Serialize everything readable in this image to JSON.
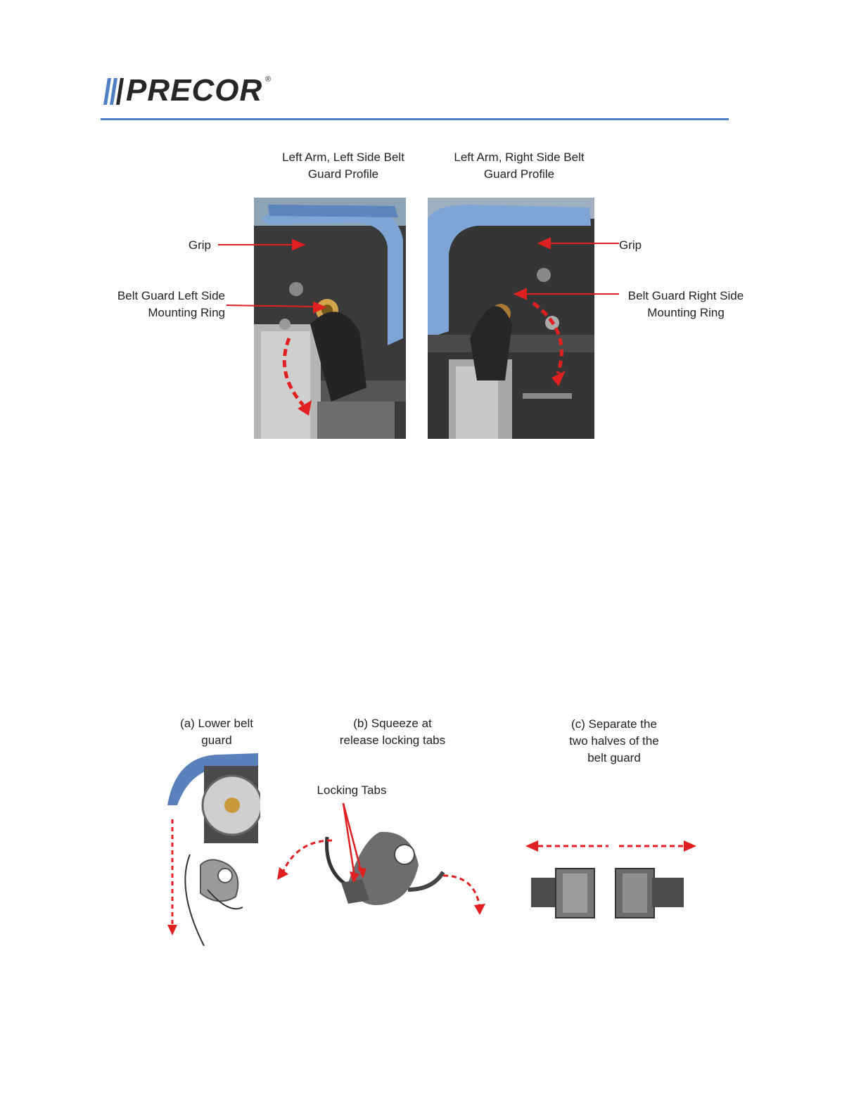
{
  "brand": {
    "name": "PRECOR",
    "reg_mark": "®",
    "accent_color": "#4f7fc4"
  },
  "top_figure": {
    "left_title": "Left Arm, Left Side Belt\nGuard Profile",
    "right_title": "Left Arm, Right Side Belt\nGuard Profile",
    "left_grip": "Grip",
    "right_grip": "Grip",
    "left_ring": "Belt Guard Left Side\nMounting Ring",
    "right_ring": "Belt Guard Right Side\nMounting Ring"
  },
  "bottom_figure": {
    "step_a": "(a) Lower belt\nguard",
    "step_b": "(b) Squeeze  at\nrelease locking tabs",
    "step_c": "(c) Separate the\ntwo halves of the\nbelt guard",
    "locking_tabs": "Locking Tabs"
  },
  "colors": {
    "arrow": "#e02020",
    "panel_dark": "#2d2d2d",
    "guard_blue": "#6f95c9"
  }
}
